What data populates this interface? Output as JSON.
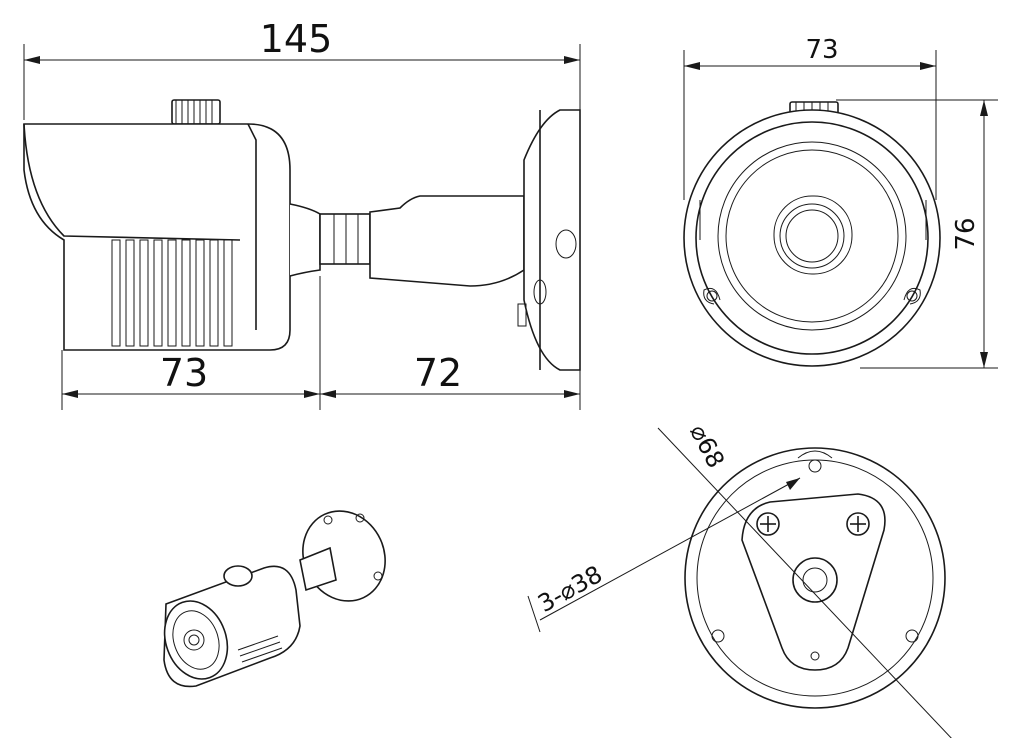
{
  "dimensions": {
    "total_length": "145",
    "body_length": "73",
    "mount_length": "72",
    "front_width": "73",
    "front_height": "76",
    "mount_hole_diameter": "68",
    "screw_spec_prefix": "3-",
    "screw_hole_diameter": "38"
  },
  "symbols": {
    "diameter": "⌀"
  }
}
